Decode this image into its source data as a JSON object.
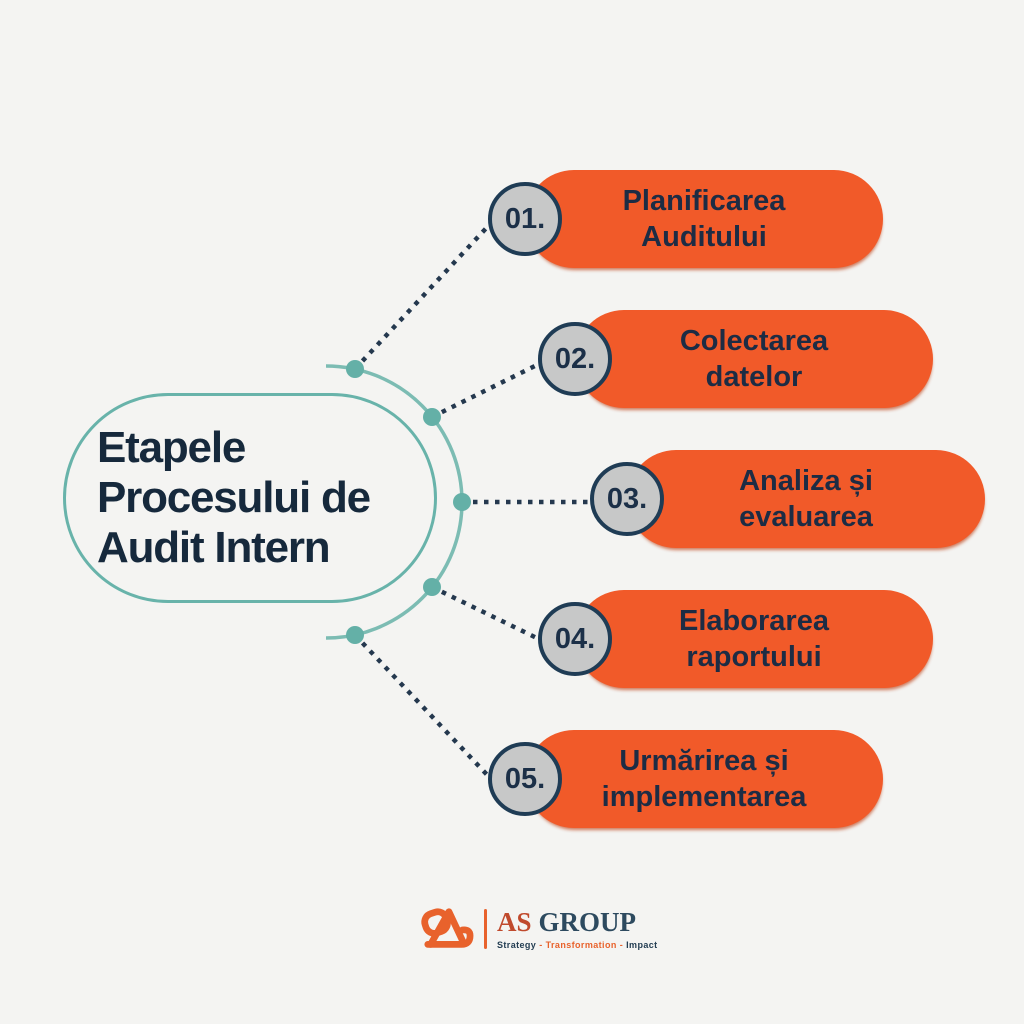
{
  "page": {
    "background": "#f4f4f2"
  },
  "hub": {
    "title_line1": "Etapele",
    "title_line2": "Procesului de",
    "title_line3": "Audit Intern"
  },
  "steps": [
    {
      "number": "01.",
      "line1": "Planificarea",
      "line2": "Auditului"
    },
    {
      "number": "02.",
      "line1": "Colectarea",
      "line2": "datelor"
    },
    {
      "number": "03.",
      "line1": "Analiza și",
      "line2": "evaluarea"
    },
    {
      "number": "04.",
      "line1": "Elaborarea",
      "line2": "raportului"
    },
    {
      "number": "05.",
      "line1": "Urmărirea și",
      "line2": "implementarea"
    }
  ],
  "colors": {
    "pill_orange": "#f15a29",
    "navy_text": "#1c2e45",
    "teal_arc": "#7cbcb3",
    "teal_dot": "#64b0a7",
    "hub_border": "#68b3aa",
    "circle_gray": "#c7c8c8",
    "circle_border": "#1f3c55",
    "dotted_line": "#24384e"
  },
  "footer": {
    "brand_first": "AS",
    "brand_second": "GROUP",
    "tagline_1": "Strategy",
    "tagline_sep1": "-",
    "tagline_2": "Transformation",
    "tagline_sep2": "-",
    "tagline_3": "Impact"
  }
}
